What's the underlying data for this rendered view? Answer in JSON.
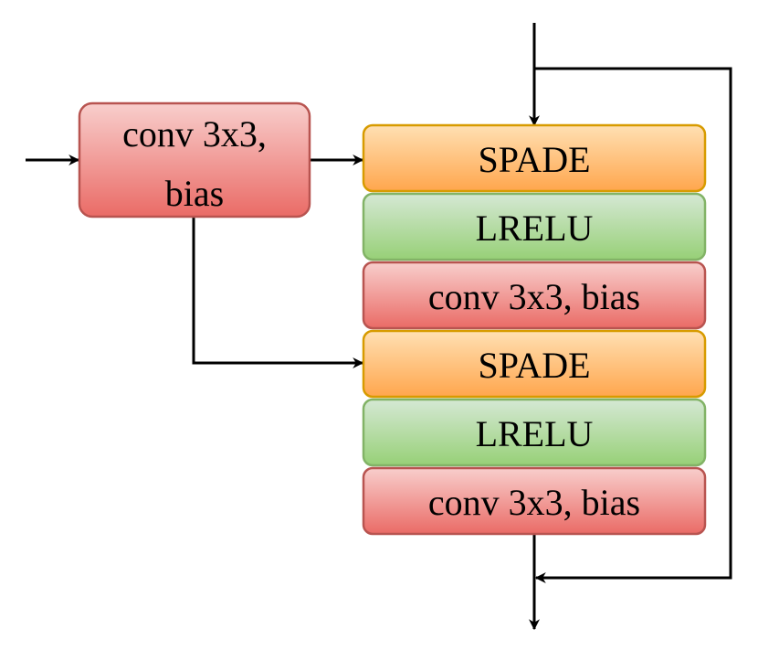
{
  "blocks": {
    "input_conv": {
      "line1": "conv 3x3,",
      "line2": "bias"
    },
    "spade_1": "SPADE",
    "lrelu_1": "LRELU",
    "conv_1": "conv 3x3, bias",
    "spade_2": "SPADE",
    "lrelu_2": "LRELU",
    "conv_2": "conv 3x3, bias"
  },
  "colors": {
    "conv_fill_top": "#f8cecc",
    "conv_fill_bottom": "#ea6b66",
    "conv_stroke": "#b85450",
    "spade_fill_top": "#ffe0b3",
    "spade_fill_bottom": "#ffa64d",
    "spade_stroke": "#d79b00",
    "lrelu_fill_top": "#d5e8d4",
    "lrelu_fill_bottom": "#97d077",
    "lrelu_stroke": "#82b366",
    "line": "#000000"
  }
}
